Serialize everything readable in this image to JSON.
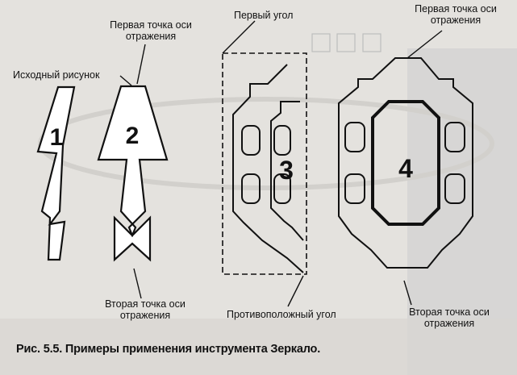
{
  "labels": {
    "source": "Исходный рисунок",
    "first_axis_point_top": [
      "Первая точка оси",
      "отражения"
    ],
    "first_corner": "Первый угол",
    "first_axis_point_right": [
      "Первая точка оси",
      "отражения"
    ],
    "second_axis_point_bottom": [
      "Вторая точка оси",
      "отражения"
    ],
    "opposite_corner": "Противоположный угол",
    "second_axis_point_right": [
      "Вторая точка оси",
      "отражения"
    ]
  },
  "figure_numbers": [
    "1",
    "2",
    "3",
    "4"
  ],
  "caption": {
    "prefix": "Рис. 5.5.",
    "text": " Примеры применения инструмента ",
    "tool": "Зеркало."
  }
}
